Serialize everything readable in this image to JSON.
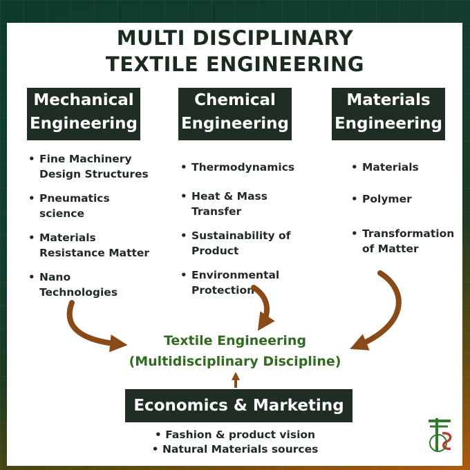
{
  "title": {
    "line1": "MULTI DISCIPLINARY",
    "line2": "TEXTILE ENGINEERING"
  },
  "columns": [
    {
      "heading": [
        "Mechanical",
        "Engineering"
      ],
      "items": [
        "Fine Machinery\nDesign Structures",
        "Pneumatics\nscience",
        "Materials\nResistance Matter",
        "Nano\nTechnologies"
      ]
    },
    {
      "heading": [
        "Chemical",
        "Engineering"
      ],
      "items": [
        "Thermodynamics",
        "Heat & Mass\nTransfer",
        "Sustainability of\nProduct",
        "Environmental\nProtection"
      ]
    },
    {
      "heading": [
        "Materials",
        "Engineering"
      ],
      "items": [
        "Materials",
        "Polymer",
        "Transformation\nof Matter"
      ]
    }
  ],
  "center": {
    "line1": "Textile Engineering",
    "line2": "(Multidisciplinary Discipline)"
  },
  "economics": {
    "heading": "Economics & Marketing",
    "items": [
      "Fashion & product vision",
      "Natural Materials sources"
    ]
  },
  "colors": {
    "heading_bg": "#1f2d25",
    "center_text": "#2f6b1e",
    "arrow": "#8a4a18",
    "panel": "#ffffff"
  },
  "icons": [
    "bullet-dot",
    "curved-arrow",
    "logo"
  ]
}
